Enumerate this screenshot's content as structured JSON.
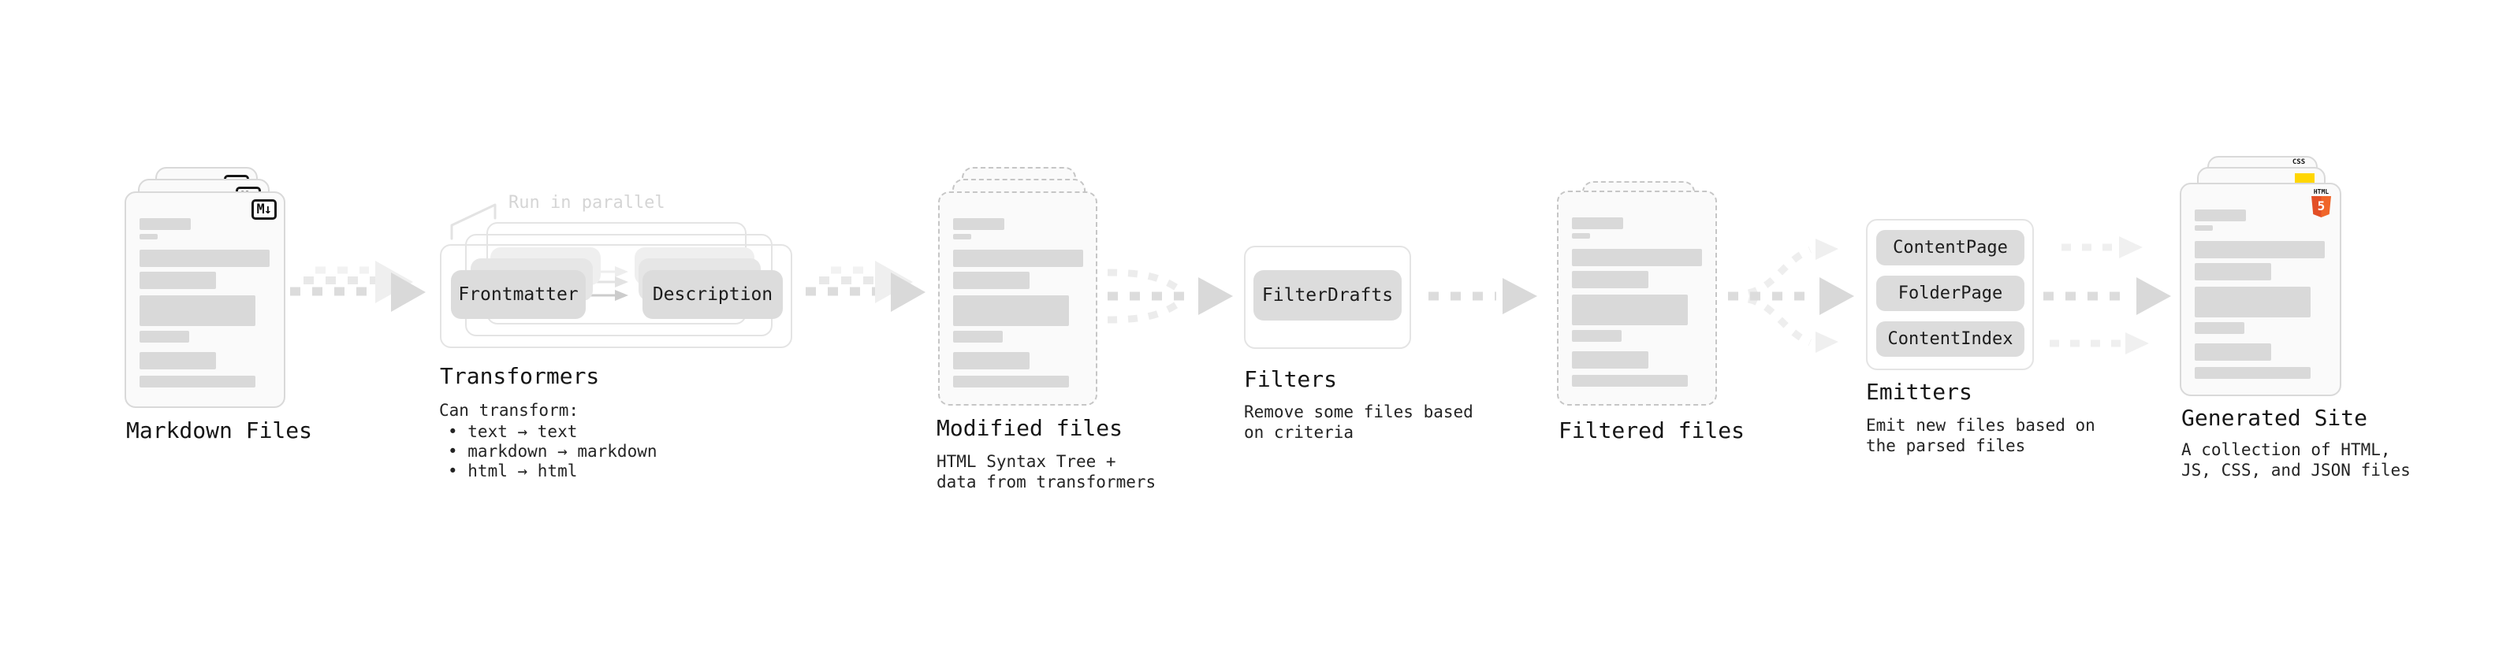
{
  "badges": {
    "markdown": "M↓",
    "css": "CSS",
    "html5_text": "HTML",
    "html5_five": "5"
  },
  "colors": {
    "html5_orange": "#e34f26",
    "js_yellow": "#ffd600",
    "css_blue": "#2b62f6",
    "placeholder_gray": "#d9d9d9",
    "pill_gray": "#dcdcdc",
    "arrow_dark": "#dcdcdc",
    "arrow_light": "#f0f0f0"
  },
  "stages": {
    "markdown": {
      "label": "Markdown Files"
    },
    "transformers": {
      "heading": "Transformers",
      "run_label": "Run in parallel",
      "pill_left": "Frontmatter",
      "pill_right": "Description",
      "sub_heading": "Can transform:",
      "bullets": [
        "• text → text",
        "• markdown → markdown",
        "• html → html"
      ]
    },
    "modified": {
      "label": "Modified files",
      "sub": "HTML Syntax Tree +\ndata from transformers"
    },
    "filters": {
      "heading": "Filters",
      "pill": "FilterDrafts",
      "sub": "Remove some files based\non criteria"
    },
    "filtered": {
      "label": "Filtered files"
    },
    "emitters": {
      "heading": "Emitters",
      "pills": [
        "ContentPage",
        "FolderPage",
        "ContentIndex"
      ],
      "sub": "Emit new files based on\nthe parsed files"
    },
    "generated": {
      "label": "Generated Site",
      "sub": "A collection of HTML,\nJS, CSS, and JSON files"
    }
  }
}
